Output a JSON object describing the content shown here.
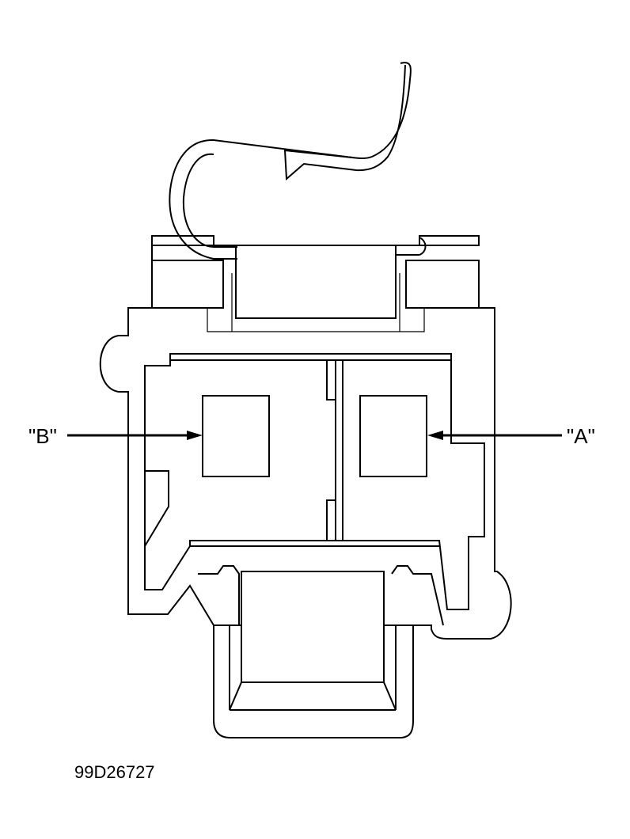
{
  "diagram": {
    "subject": "connector-with-locking-clip",
    "callouts": [
      {
        "id": "B",
        "label": "\"B\"",
        "side": "left",
        "target": "left terminal cavity"
      },
      {
        "id": "A",
        "label": "\"A\"",
        "side": "right",
        "target": "right terminal cavity"
      }
    ],
    "reference_code": "99D26727",
    "colors": {
      "line": "#000000",
      "background": "#ffffff"
    }
  }
}
